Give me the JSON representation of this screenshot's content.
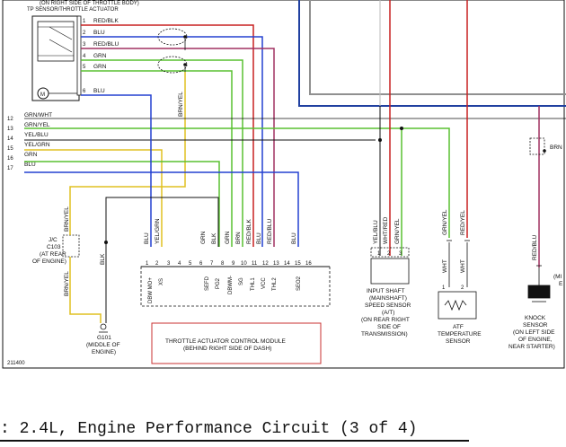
{
  "colors": {
    "red_blk": "#c82020",
    "blu": "#2440d0",
    "red_blu": "#a03060",
    "grn": "#58c030",
    "yel": "#e0c020",
    "black": "#111111",
    "frame_blue": "#2040a0",
    "frame_red": "#a02020",
    "frame_gray": "#909090",
    "label_box_border": "#c83030"
  },
  "header_text": {
    "line1": "(ON RIGHT SIDE OF THROTTLE BODY)",
    "line2": "TP SENSOR/THROTTLE ACTUATOR"
  },
  "actuator_pins": [
    {
      "num": "1",
      "wire": "RED/BLK"
    },
    {
      "num": "2",
      "wire": "BLU"
    },
    {
      "num": "3",
      "wire": "RED/BLU"
    },
    {
      "num": "4",
      "wire": "GRN"
    },
    {
      "num": "5",
      "wire": "GRN"
    },
    {
      "num": "6",
      "wire": "BLU"
    }
  ],
  "bus_lines": [
    {
      "num": "12",
      "wire": "GRN/WHT"
    },
    {
      "num": "13",
      "wire": "GRN/YEL"
    },
    {
      "num": "14",
      "wire": "YEL/BLU"
    },
    {
      "num": "15",
      "wire": "YEL/GRN"
    },
    {
      "num": "16",
      "wire": "GRN"
    },
    {
      "num": "17",
      "wire": "BLU"
    }
  ],
  "brn_yel_label": "BRN/YEL",
  "jc": {
    "name": "J/C",
    "id": "C103",
    "loc1": "(AT REAR",
    "loc2": "OF ENGINE)",
    "top_wire": "BRN/YEL",
    "bottom_wire": "BRN/YEL"
  },
  "blk_label": "BLK",
  "ground": {
    "id": "G101",
    "loc1": "(MIDDLE OF",
    "loc2": "ENGINE)"
  },
  "module_wires": [
    "BLU",
    "YEL/GRN",
    "GRN",
    "BLK",
    "GRN",
    "BRN",
    "RED/BLK",
    "BLU",
    "RED/BLU",
    "BLU"
  ],
  "module_pins": [
    "1",
    "2",
    "3",
    "4",
    "5",
    "6",
    "7",
    "8",
    "9",
    "10",
    "11",
    "12",
    "13",
    "14",
    "15",
    "16"
  ],
  "module_signals": [
    "DBW MO+",
    "XS",
    "SEFD",
    "PG2",
    "DBWM-",
    "SG",
    "THL1",
    "VCC",
    "THL2",
    "SEO2"
  ],
  "module": {
    "line1": "THROTTLE ACTUATOR CONTROL MODULE",
    "line2": "(BEHIND RIGHT SIDE OF DASH)"
  },
  "input_shaft": {
    "wires": [
      "YEL/BLU",
      "WHT/RED",
      "GRN/YEL"
    ],
    "pins": [
      "1",
      "2",
      "3"
    ],
    "lines": [
      "INPUT SHAFT",
      "(MAINSHAFT)",
      "SPEED SENSOR",
      "(A/T)",
      "(ON REAR RIGHT",
      "SIDE OF",
      "TRANSMISSION)"
    ]
  },
  "atf": {
    "wires": [
      "GRN/YEL",
      "RED/YEL"
    ],
    "pin_wires": [
      "WHT",
      "WHT"
    ],
    "pins": [
      "1",
      "2"
    ],
    "lines": [
      "ATF",
      "TEMPERATURE",
      "SENSOR"
    ]
  },
  "knock": {
    "wire": "RED/BLU",
    "lines": [
      "KNOCK",
      "SENSOR",
      "(ON LEFT SIDE",
      "OF ENGINE,",
      "NEAR STARTER)"
    ]
  },
  "right_edge": {
    "wire": "BRN",
    "text1": "(MI",
    "text2": "E"
  },
  "figure_id": "211400",
  "caption": ": 2.4L, Engine Performance Circuit (3 of 4)"
}
